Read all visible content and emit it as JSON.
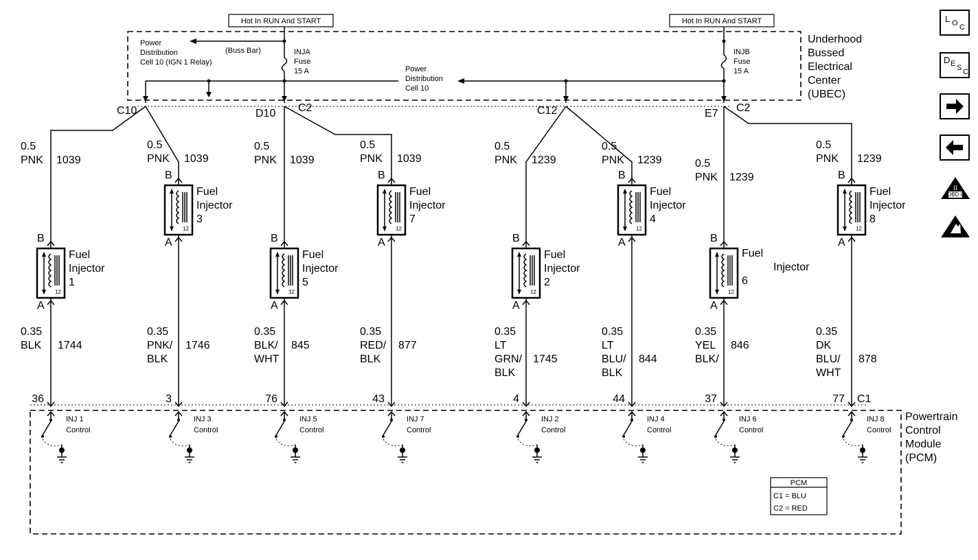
{
  "ubec": {
    "hot_label_left": "Hot In RUN And START",
    "hot_label_right": "Hot In RUN And START",
    "title_lines": [
      "Underhood",
      "Bussed",
      "Electrical",
      "Center",
      "(UBEC)"
    ],
    "pd_left_lines": [
      "Power",
      "Distribution",
      "Cell 10  (IGN 1 Relay)"
    ],
    "buss_bar": "(Buss Bar)",
    "fuse_a_lines": [
      "INJA",
      "Fuse",
      "15 A"
    ],
    "fuse_b_lines": [
      "INJB",
      "Fuse",
      "15 A"
    ],
    "pd_mid_lines": [
      "Power",
      "Distribution",
      "Cell 10"
    ]
  },
  "connectors": {
    "c10": "C10",
    "d10": "D10",
    "c2_left": "C2",
    "c12": "C12",
    "e7": "E7",
    "c2_right": "C2",
    "c1": "C1"
  },
  "injectors": [
    {
      "gauge": "0.5",
      "color": "PNK",
      "circuit": "1039",
      "name_lines": [
        "Fuel",
        "Injector",
        "1"
      ],
      "pin_b": "B",
      "pin_a": "A",
      "resistance": "12",
      "out_gauge": "0.35",
      "out_color_lines": [
        "BLK"
      ],
      "out_circuit": "1744",
      "pcm_pin": "36",
      "control_lines": [
        "INJ 1",
        "Control"
      ]
    },
    {
      "gauge": "0.5",
      "color": "PNK",
      "circuit": "1039",
      "name_lines": [
        "Fuel",
        "Injector",
        "3"
      ],
      "pin_b": "B",
      "pin_a": "A",
      "resistance": "12",
      "out_gauge": "0.35",
      "out_color_lines": [
        "PNK/",
        "BLK"
      ],
      "out_circuit": "1746",
      "pcm_pin": "3",
      "control_lines": [
        "INJ 3",
        "Control"
      ]
    },
    {
      "gauge": "0.5",
      "color": "PNK",
      "circuit": "1039",
      "name_lines": [
        "Fuel",
        "Injector",
        "5"
      ],
      "pin_b": "B",
      "pin_a": "A",
      "resistance": "12",
      "out_gauge": "0.35",
      "out_color_lines": [
        "BLK/",
        "WHT"
      ],
      "out_circuit": "845",
      "pcm_pin": "76",
      "control_lines": [
        "INJ 5",
        "Control"
      ]
    },
    {
      "gauge": "0.5",
      "color": "PNK",
      "circuit": "1039",
      "name_lines": [
        "Fuel",
        "Injector",
        "7"
      ],
      "pin_b": "B",
      "pin_a": "A",
      "resistance": "12",
      "out_gauge": "0.35",
      "out_color_lines": [
        "RED/",
        "BLK"
      ],
      "out_circuit": "877",
      "pcm_pin": "43",
      "control_lines": [
        "INJ 7",
        "Control"
      ]
    },
    {
      "gauge": "0.5",
      "color": "PNK",
      "circuit": "1239",
      "name_lines": [
        "Fuel",
        "Injector",
        "2"
      ],
      "pin_b": "B",
      "pin_a": "A",
      "resistance": "12",
      "out_gauge": "0.35",
      "out_color_lines": [
        "LT",
        "GRN/",
        "BLK"
      ],
      "out_circuit": "1745",
      "pcm_pin": "4",
      "control_lines": [
        "INJ 2",
        "Control"
      ]
    },
    {
      "gauge": "0.5",
      "color": "PNK",
      "circuit": "1239",
      "name_lines": [
        "Fuel",
        "Injector",
        "4"
      ],
      "pin_b": "B",
      "pin_a": "A",
      "resistance": "12",
      "out_gauge": "0.35",
      "out_color_lines": [
        "LT",
        "BLU/",
        "BLK"
      ],
      "out_circuit": "844",
      "pcm_pin": "44",
      "control_lines": [
        "INJ 4",
        "Control"
      ]
    },
    {
      "gauge": "0.5",
      "color": "PNK",
      "circuit": "1239",
      "name_lines": [
        "Fuel",
        "Injector",
        "6"
      ],
      "pin_b": "B",
      "pin_a": "A",
      "resistance": "12",
      "out_gauge": "0.35",
      "out_color_lines": [
        "YEL",
        "BLK/"
      ],
      "out_circuit": "846",
      "pcm_pin": "37",
      "control_lines": [
        "INJ 6",
        "Control"
      ]
    },
    {
      "gauge": "0.5",
      "color": "PNK",
      "circuit": "1239",
      "name_lines": [
        "Fuel",
        "Injector",
        "8"
      ],
      "pin_b": "B",
      "pin_a": "A",
      "resistance": "12",
      "out_gauge": "0.35",
      "out_color_lines": [
        "DK",
        "BLU/",
        "WHT"
      ],
      "out_circuit": "878",
      "pcm_pin": "77",
      "control_lines": [
        "INJ 8",
        "Control"
      ]
    }
  ],
  "pcm": {
    "title_lines": [
      "Powertrain",
      "Control",
      "Module",
      "(PCM)"
    ],
    "table_header": "PCM",
    "table_rows": [
      "C1 = BLU",
      "C2 = RED"
    ]
  },
  "side_buttons": {
    "loc": {
      "l": "L",
      "sub": "O",
      "sub2": "C"
    },
    "desc": {
      "l": "D",
      "sub": "E",
      "sub2": "S",
      "sub3": "C"
    },
    "obd_label": "OBD II",
    "obd_roman": "II"
  },
  "icons": [
    "forward-arrow-icon",
    "back-arrow-icon",
    "obd-ii-warning-icon",
    "esd-warning-icon"
  ]
}
